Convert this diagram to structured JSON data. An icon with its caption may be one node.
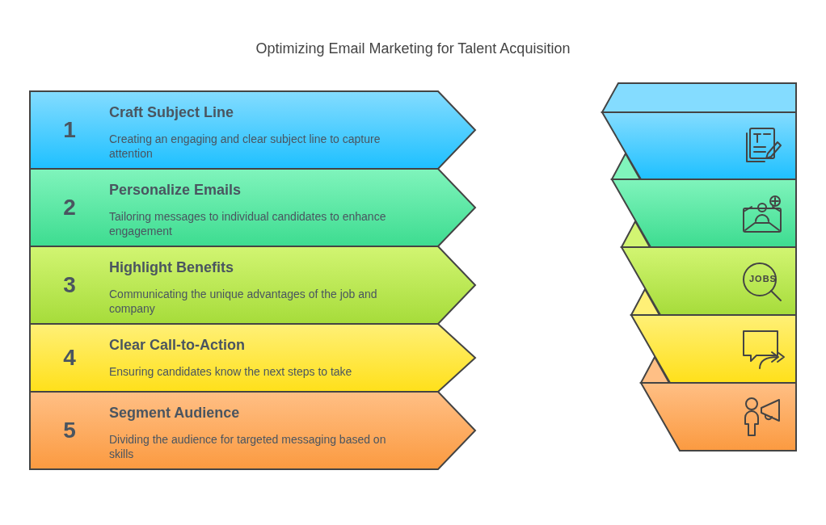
{
  "diagram": {
    "title": "Optimizing Email Marketing for Talent Acquisition",
    "nodes": [
      {
        "text": [
          "1",
          "Craft Subject Line",
          "Creating an engaging and clear subject line to capture attention"
        ]
      },
      {
        "text": [
          "2",
          "Personalize Emails",
          "Tailoring messages to individual candidates to enhance engagement"
        ]
      },
      {
        "text": [
          "3",
          "Highlight Benefits",
          "Communicating the unique advantages of the job and company"
        ]
      },
      {
        "text": [
          "4",
          "Clear Call-to-Action",
          "Ensuring candidates know the next steps to take"
        ]
      },
      {
        "text": [
          "5",
          "Segment Audience",
          "Dividing the audience for targeted messaging based on skills"
        ]
      }
    ],
    "labels": [
      "JOBS"
    ]
  }
}
